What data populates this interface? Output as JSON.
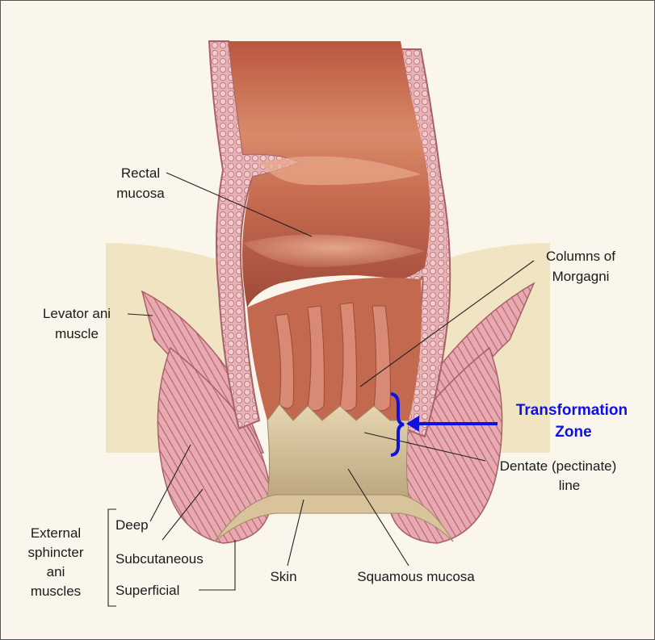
{
  "labels": {
    "rectal_mucosa": [
      "Rectal",
      "mucosa"
    ],
    "columns_of_morgagni": [
      "Columns of",
      "Morgagni"
    ],
    "levator_ani": [
      "Levator ani",
      "muscle"
    ],
    "transformation_zone": [
      "Transformation",
      "Zone"
    ],
    "dentate_line": [
      "Dentate (pectinate)",
      "line"
    ],
    "external_sphincter": [
      "External",
      "sphincter",
      "ani",
      "muscles"
    ],
    "deep": "Deep",
    "subcutaneous": "Subcutaneous",
    "superficial": "Superficial",
    "skin": "Skin",
    "squamous_mucosa": "Squamous mucosa"
  },
  "colors": {
    "background": "#fbf6ec",
    "mucosa": "#c8765a",
    "muscle": "#e3a8ad",
    "muscle_stroke": "#a8606a",
    "fat": "#efe0b8",
    "squamous": "#d9c8a2",
    "annotation_blue": "#1010e0"
  }
}
